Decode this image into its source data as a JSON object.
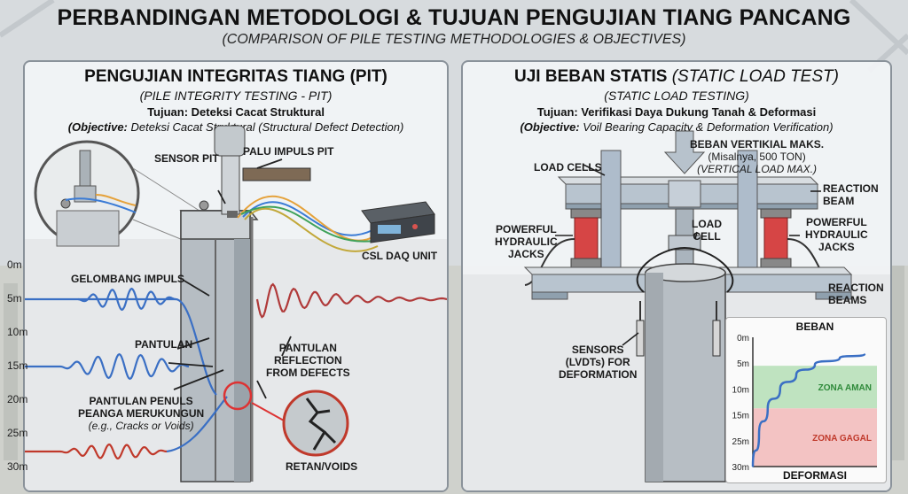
{
  "header": {
    "title": "PERBANDINGAN METODOLOGI & TUJUAN PENGUJIAN TIANG PANCANG",
    "subtitle": "(COMPARISON OF PILE TESTING METHODOLOGIES & OBJECTIVES)"
  },
  "pit": {
    "title": "PENGUJIAN INTEGRITAS TIANG (PIT)",
    "subtitle": "(PILE INTEGRITY TESTING - PIT)",
    "goal": "Tujuan: Deteksi Cacat Struktural",
    "objective_label": "(Objective:",
    "objective_text": " Deteksi Cacat Struktural (Structural Defect Detection)",
    "labels": {
      "sensor": "SENSOR PIT",
      "hammer": "PALU IMPULS PIT",
      "daq": "CSL DAQ UNIT",
      "impulse_wave": "GELOMBANG IMPULS",
      "reflection": "PANTULAN",
      "reflection_defects_1": "PANTULAN",
      "reflection_defects_2": "REFLECTION",
      "reflection_defects_3": "FROM DEFECTS",
      "pantulan_penuls_1": "PANTULAN PENULS",
      "pantulan_penuls_2": "PEANGA MERUKUNGUN",
      "pantulan_penuls_3": "(e.g., Cracks or Voids)",
      "crack": "RETAN/VOIDS"
    },
    "depths": [
      "0m",
      "5m",
      "10m",
      "15m",
      "20m",
      "25m",
      "30m"
    ]
  },
  "slt": {
    "title": "UJI BEBAN STATIS",
    "title_italic": " (STATIC LOAD TEST)",
    "subtitle": "(STATIC LOAD TESTING)",
    "goal": "Tujuan: Verifikasi Daya Dukung Tanah & Deformasi",
    "objective_label": "(Objective:",
    "objective_text": " Voil Bearing Capacity & Deformation Verification)",
    "labels": {
      "load_cells": "LOAD CELLS",
      "max_load_1": "BEBAN VERTIKIAL MAKS.",
      "max_load_2": "(Misalnya, 500 TON)",
      "max_load_3": "(VERTICAL LOAD MAX.)",
      "reaction_beam_1": "REACTION",
      "reaction_beam_2": "BEAM",
      "jacks_left_1": "POWERFUL",
      "jacks_left_2": "HYDRAULIC",
      "jacks_left_3": "JACKS",
      "jacks_right_1": "POWERFUL",
      "jacks_right_2": "HYDRAULIC",
      "jacks_right_3": "JACKS",
      "load_cell_1": "LOAD",
      "load_cell_2": "CELL",
      "reaction_beams_1": "REACTION",
      "reaction_beams_2": "BEAMS",
      "sensors_1": "SENSORS",
      "sensors_2": "(LVDTs) FOR",
      "sensors_3": "DEFORMATION"
    }
  },
  "chart_data": {
    "type": "line",
    "title": "BEBAN",
    "xlabel": "DEFORMASI",
    "y_ticks": [
      "0m",
      "5m",
      "10m",
      "15m",
      "25m",
      "30m"
    ],
    "zones": [
      {
        "name": "ZONA AMAN",
        "color": "#bfe3c0",
        "text_color": "#2f8a3a",
        "from": 0.22,
        "to": 0.55
      },
      {
        "name": "ZONA GAGAL",
        "color": "#f3c3c3",
        "text_color": "#c0392b",
        "from": 0.55,
        "to": 1.0
      }
    ],
    "series": [
      {
        "values": [
          [
            0,
            1.0
          ],
          [
            0.05,
            0.75
          ],
          [
            0.12,
            0.55
          ],
          [
            0.22,
            0.4
          ],
          [
            0.35,
            0.29
          ],
          [
            0.5,
            0.21
          ],
          [
            0.7,
            0.16
          ],
          [
            0.9,
            0.13
          ]
        ]
      }
    ],
    "colors": {
      "curve": "#3a6fc4"
    }
  }
}
